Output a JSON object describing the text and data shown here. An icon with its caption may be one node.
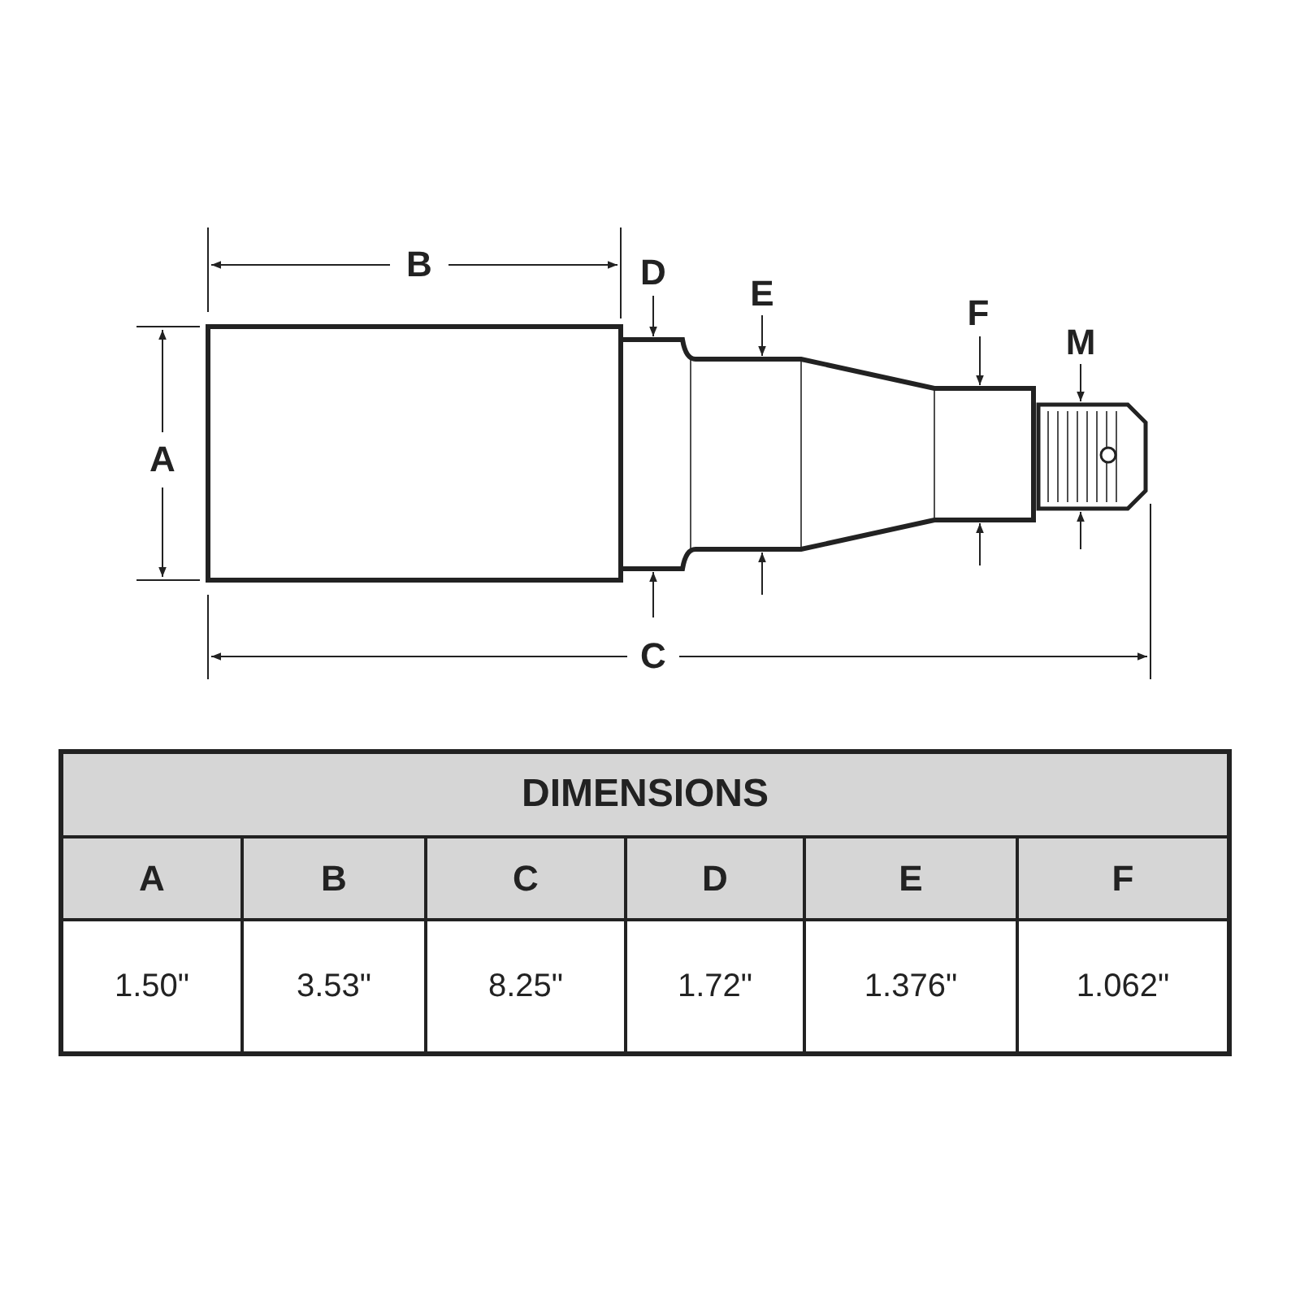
{
  "diagram": {
    "labels": [
      "B",
      "D",
      "E",
      "F",
      "M",
      "A",
      "C",
      "DIMENSIONS",
      "A",
      "B",
      "C",
      "D",
      "E",
      "F",
      "1.50\"",
      "3.53\"",
      "8.25\"",
      "1.72\"",
      "1.376\"",
      "1.062\""
    ]
  }
}
